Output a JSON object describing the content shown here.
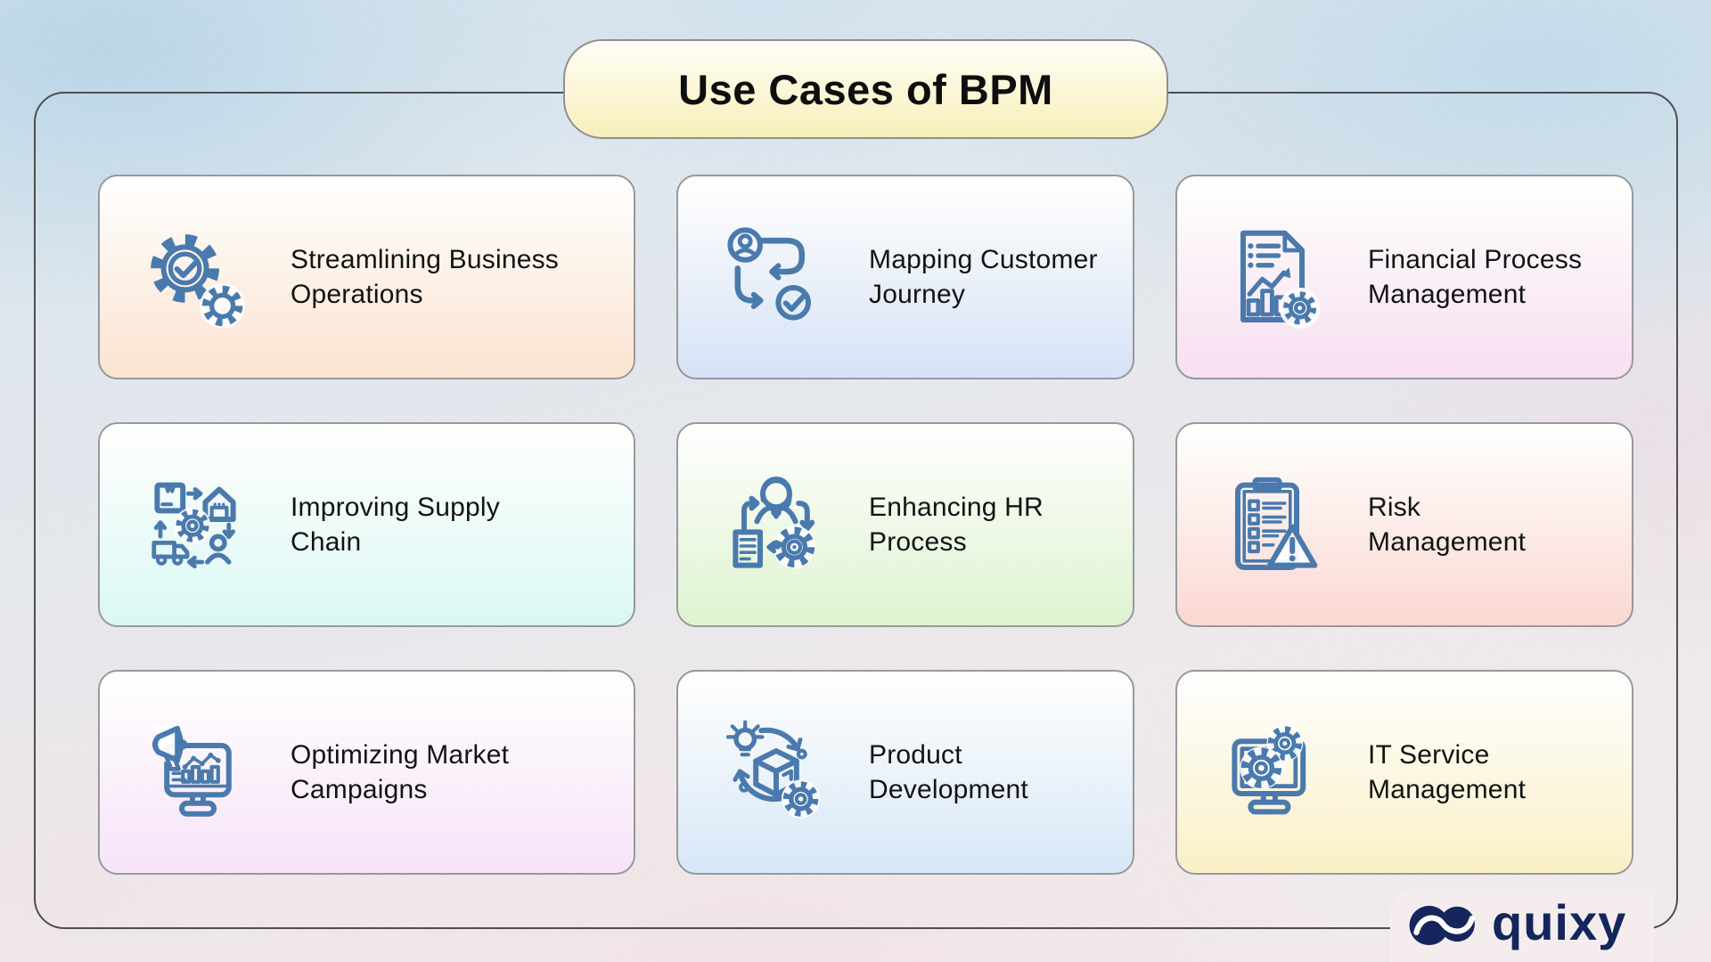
{
  "title": "Use Cases of BPM",
  "title_pill": {
    "bg_top": "#fffef7",
    "bg_bottom": "#f8efba"
  },
  "icon_color": "#4a7aad",
  "cards": [
    {
      "label": "Streamlining Business\nOperations",
      "icon": "gears-check-icon",
      "tint": "#fbe3d1"
    },
    {
      "label": "Mapping Customer\nJourney",
      "icon": "customer-journey-icon",
      "tint": "#d6e2f6"
    },
    {
      "label": "Financial Process\nManagement",
      "icon": "financial-report-gear-icon",
      "tint": "#f7dff1"
    },
    {
      "label": "Improving Supply\nChain",
      "icon": "supply-chain-cycle-icon",
      "tint": "#dbf8f4"
    },
    {
      "label": "Enhancing HR\nProcess",
      "icon": "hr-person-gear-icon",
      "tint": "#def3d0"
    },
    {
      "label": "Risk\nManagement",
      "icon": "risk-checklist-warning-icon",
      "tint": "#fbd8d2"
    },
    {
      "label": "Optimizing Market\nCampaigns",
      "icon": "marketing-megaphone-chart-icon",
      "tint": "#f7e3f9"
    },
    {
      "label": "Product\nDevelopment",
      "icon": "product-box-cycle-icon",
      "tint": "#d7e7f8"
    },
    {
      "label": "IT Service\nManagement",
      "icon": "it-monitor-gears-icon",
      "tint": "#faf0c7"
    }
  ],
  "logo": {
    "text": "quixy",
    "color": "#14265c"
  }
}
